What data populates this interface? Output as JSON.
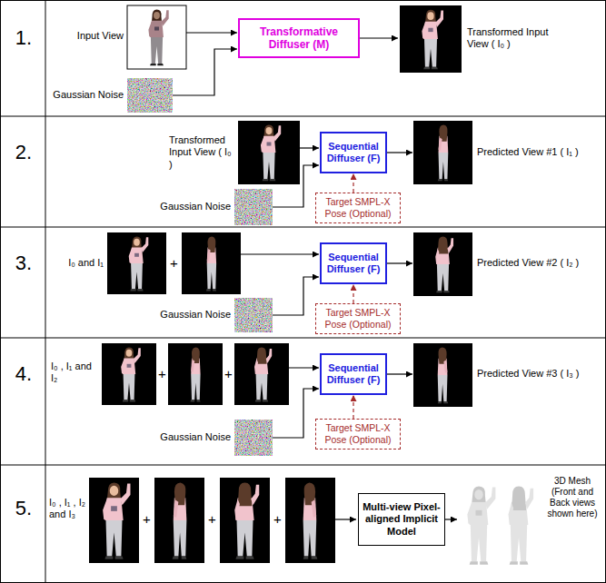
{
  "diagram": {
    "nodes": [
      {
        "text": [
          "Transformative Diffuser (M)"
        ]
      },
      {
        "text": [
          "Sequential Diffuser (F)"
        ]
      },
      {
        "text": [
          "Target SMPL-X Pose (Optional)"
        ]
      },
      {
        "text": [
          "Sequential Diffuser (F)"
        ]
      },
      {
        "text": [
          "Target SMPL-X Pose (Optional)"
        ]
      },
      {
        "text": [
          "Sequential Diffuser (F)"
        ]
      },
      {
        "text": [
          "Target SMPL-X Pose (Optional)"
        ]
      },
      {
        "text": [
          "Multi-view Pixel-aligned Implicit Model"
        ]
      }
    ],
    "edges": [
      {
        "from": 2,
        "to": 1,
        "arrow": "to"
      },
      {
        "from": 4,
        "to": 3,
        "arrow": "to"
      },
      {
        "from": 6,
        "to": 5,
        "arrow": "to"
      }
    ],
    "labels": [
      "1.",
      "Input View",
      "Gaussian Noise",
      "Transformed Input View ( I₀ )",
      "2.",
      "Transformed Input View ( I₀ )",
      "Gaussian Noise",
      "Predicted View #1 ( I₁ )",
      "3.",
      "I₀ and I₁",
      "+",
      "Gaussian Noise",
      "Predicted View #2 ( I₂ )",
      "4.",
      "I₀ , I₁ and I₂",
      "+",
      "+",
      "Gaussian Noise",
      "Predicted View #3 ( I₃ )",
      "5.",
      "I₀ , I₁ , I₂ and I₃",
      "+",
      "+",
      "+",
      "3D Mesh (Front and Back views shown here)"
    ]
  }
}
